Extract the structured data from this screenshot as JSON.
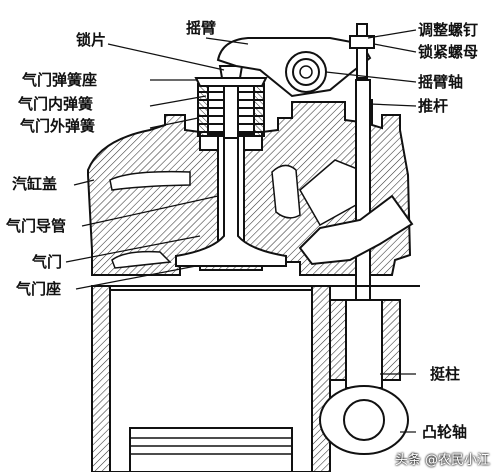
{
  "labels": {
    "lock_plate": "锁片",
    "rocker_arm": "摇臂",
    "adjust_screw": "调整螺钉",
    "lock_nut": "锁紧螺母",
    "spring_seat": "气门弹簧座",
    "inner_spring": "气门内弹簧",
    "outer_spring": "气门外弹簧",
    "rocker_shaft": "摇臂轴",
    "push_rod": "推杆",
    "cylinder_head": "汽缸盖",
    "valve_guide": "气门导管",
    "valve": "气门",
    "valve_seat": "气门座",
    "tappet": "挺柱",
    "camshaft": "凸轮轴"
  },
  "watermark": "头条 @农民小江",
  "colors": {
    "line": "#111111",
    "hatch": "#333333",
    "background": "#ffffff"
  },
  "icons": {
    "watermark_logo": "toutiao-logo-icon"
  }
}
